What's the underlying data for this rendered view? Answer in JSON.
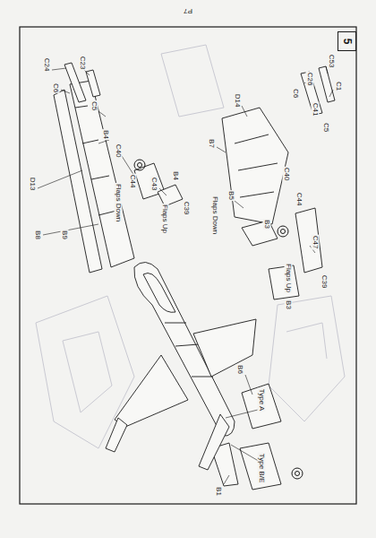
{
  "diagram": {
    "nodes": [
      {
        "text": [
          "5"
        ]
      }
    ],
    "labels": [
      "P7",
      "C24",
      "C23",
      "C6",
      "C5",
      "D13",
      "B8",
      "B9",
      "B4",
      "C40",
      "C44",
      "Flaps Down",
      "C43",
      "B4",
      "C39",
      "Flaps Up",
      "C53",
      "C1",
      "C26",
      "C6",
      "C41",
      "C5",
      "D14",
      "B7",
      "C40",
      "C44",
      "B5",
      "Flaps Down",
      "B3",
      "Flaps Up",
      "C47",
      "C39",
      "B3",
      "B6",
      "Type A",
      "Type B/E",
      "B1"
    ]
  }
}
